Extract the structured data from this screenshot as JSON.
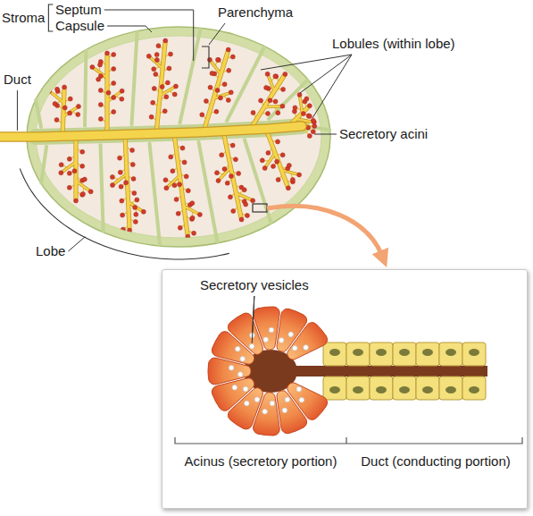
{
  "diagram": {
    "nodes": [
      {
        "text": [
          "Secretory vesicles",
          "Acinus (secretory portion)",
          "Duct (conducting portion)"
        ]
      }
    ],
    "labels": [
      "Stroma",
      "Septum",
      "Capsule",
      "Parenchyma",
      "Lobules (within lobe)",
      "Duct",
      "Secretory acini",
      "Lobe"
    ]
  }
}
